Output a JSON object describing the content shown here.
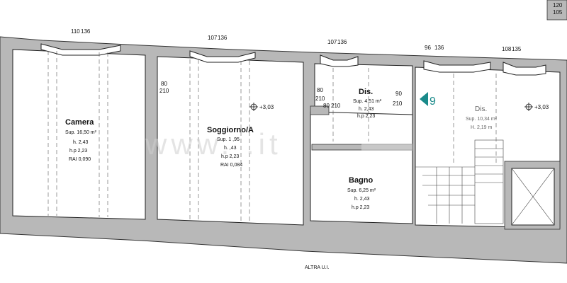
{
  "rooms": {
    "camera": {
      "name": "Camera",
      "sup": "Sup. 16,50 m²",
      "h": "h. 2,43",
      "hp": "h.p 2,23",
      "rai": "RAI 0,090"
    },
    "soggiorno": {
      "name": "Soggiorno/A",
      "sup": "Sup. 1 ,95",
      "h": "h. ,43",
      "hp": "h.p 2,23",
      "rai": "RAI 0,084"
    },
    "dis_small": {
      "name": "Dis.",
      "sup": "Sup. 4,51 m²",
      "h": "h. 2,43",
      "hp": "h.p 2,23"
    },
    "bagno": {
      "name": "Bagno",
      "sup": "Sup. 6,25 m²",
      "h": "h. 2,43",
      "hp": "h.p 2,23"
    },
    "dis_large": {
      "name": "Dis.",
      "sup": "Sup. 10,34 m²",
      "h": "H. 2,19 m"
    }
  },
  "dimensions": {
    "d1_top": "110",
    "d1_bot": "136",
    "d2_top": "107",
    "d2_bot": "136",
    "d3_top": "107",
    "d3_bot": "136",
    "d4_top": "96",
    "d4_bot": "136",
    "d5_top": "108",
    "d5_bot": "135",
    "d6_top": "120",
    "d6_bot": "105",
    "door1_top": "80",
    "door1_bot": "210",
    "door2_top": "80",
    "door2_bot": "210",
    "door3_top": "80",
    "door3_bot": "210",
    "door4_top": "90",
    "door4_bot": "210"
  },
  "elevations": {
    "e1": "+3,03",
    "e2": "+3,03"
  },
  "marker": {
    "number": "9"
  },
  "footer": {
    "label": "ALTRA U.I."
  },
  "watermark": {
    "text": "www.           .it"
  },
  "colors": {
    "wall": "#b8b8b8",
    "accent": "#1a8a8a"
  }
}
